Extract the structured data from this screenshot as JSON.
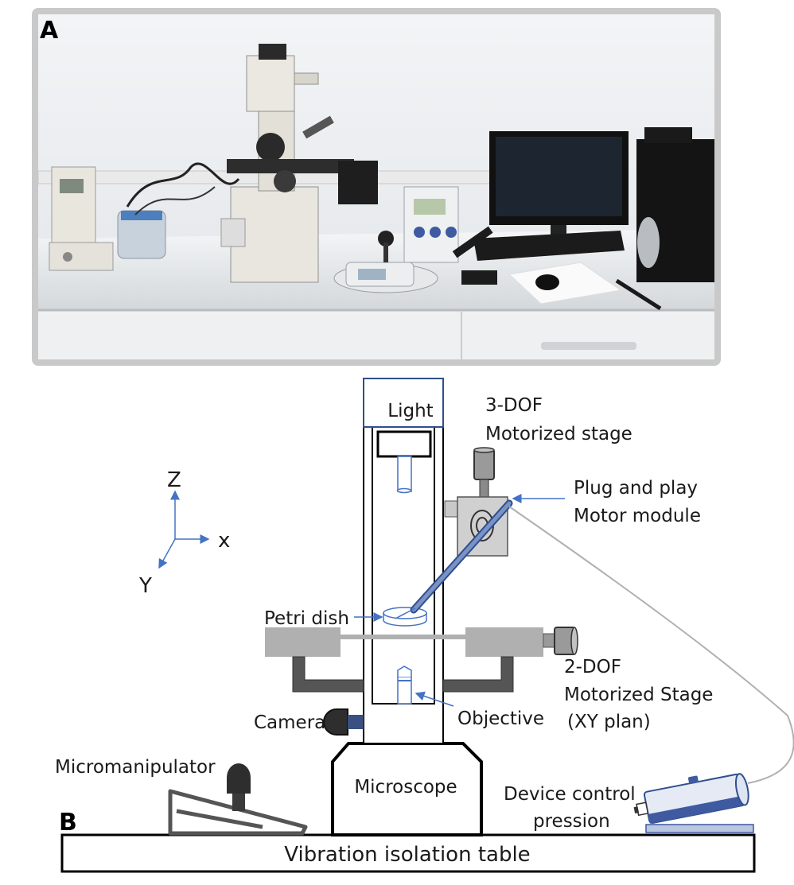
{
  "panel_a": {
    "letter": "A"
  },
  "panel_b": {
    "letter": "B",
    "axes": {
      "z": "Z",
      "x": "x",
      "y": "Y"
    },
    "labels": {
      "light": "Light",
      "stage_3dof_line1": "3-DOF",
      "stage_3dof_line2": "Motorized stage",
      "plug_line1": "Plug and play",
      "plug_line2": "Motor module",
      "petri_dish": "Petri dish",
      "stage_2dof_line1": "2-DOF",
      "stage_2dof_line2": "Motorized Stage",
      "stage_2dof_line3": "(XY plan)",
      "camera": "Camera",
      "objective": "Objective",
      "micromanipulator": "Micromanipulator",
      "microscope": "Microscope",
      "device_line1": "Device control",
      "device_line2": "pression",
      "table": "Vibration isolation table"
    },
    "colors": {
      "annotation_arrow": "#4472c4",
      "stage_grey": "#b0b0b0",
      "dark_grey": "#555555"
    }
  }
}
